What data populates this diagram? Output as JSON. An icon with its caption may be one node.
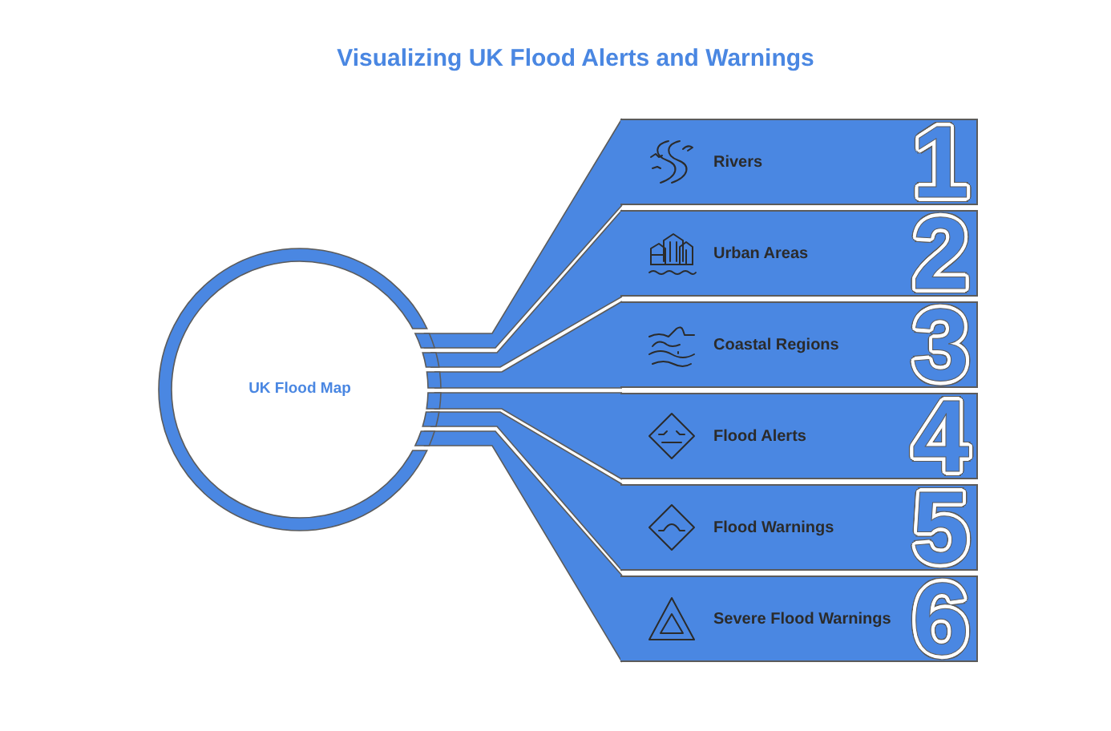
{
  "diagram": {
    "title": "Visualizing UK Flood Alerts and Warnings",
    "nodes": [
      {
        "text": [
          "UK Flood Map"
        ]
      },
      {
        "text": [
          "Rivers",
          "1"
        ]
      },
      {
        "text": [
          "Urban Areas",
          "2"
        ]
      },
      {
        "text": [
          "Coastal Regions",
          "3"
        ]
      },
      {
        "text": [
          "Flood Alerts",
          "4"
        ]
      },
      {
        "text": [
          "Flood Warnings",
          "5"
        ]
      },
      {
        "text": [
          "Severe Flood Warnings",
          "6"
        ]
      }
    ],
    "edges": [
      {
        "from": 0,
        "to": 1,
        "arrow": "none"
      },
      {
        "from": 0,
        "to": 2,
        "arrow": "none"
      },
      {
        "from": 0,
        "to": 3,
        "arrow": "none"
      },
      {
        "from": 0,
        "to": 4,
        "arrow": "none"
      },
      {
        "from": 0,
        "to": 5,
        "arrow": "none"
      },
      {
        "from": 0,
        "to": 6,
        "arrow": "none"
      }
    ]
  }
}
